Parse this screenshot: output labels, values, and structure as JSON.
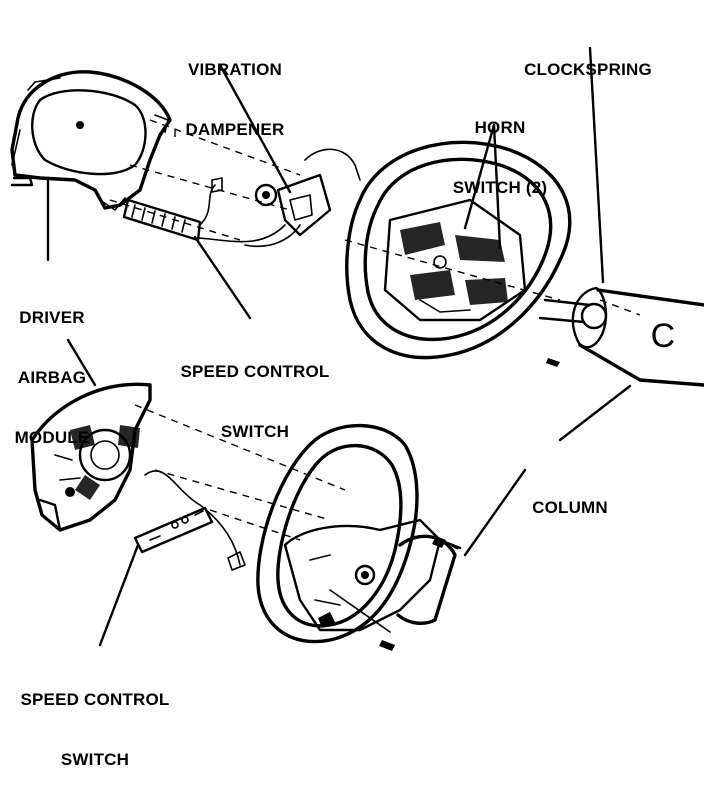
{
  "labels": {
    "vibration_dampener": [
      "VIBRATION",
      "DAMPENER"
    ],
    "clockspring": [
      "CLOCKSPRING"
    ],
    "horn_switch": [
      "HORN",
      "SWITCH (2)"
    ],
    "driver_airbag_module": [
      "DRIVER",
      "AIRBAG",
      "MODULE"
    ],
    "speed_control_switch_top": [
      "SPEED CONTROL",
      "SWITCH"
    ],
    "column": [
      "COLUMN"
    ],
    "speed_control_switch_bottom": [
      "SPEED CONTROL",
      "SWITCH"
    ],
    "column_end_mark": "C"
  },
  "colors": {
    "ink": "#000000",
    "paper": "#ffffff"
  }
}
